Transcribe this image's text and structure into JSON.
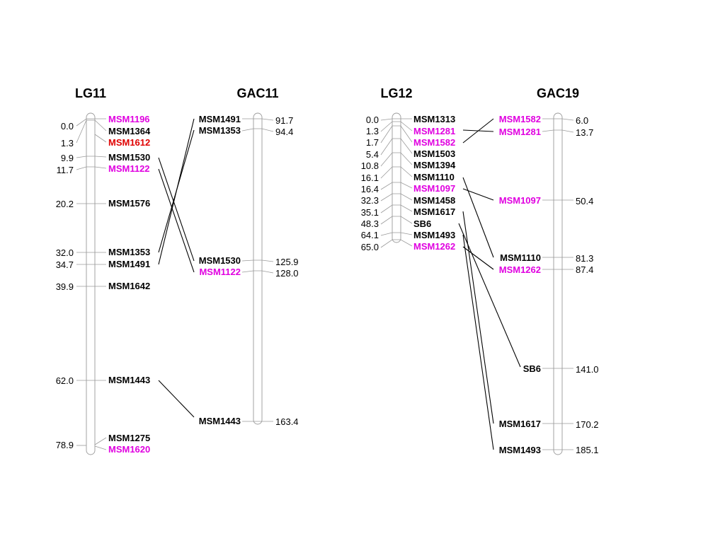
{
  "colors": {
    "black": "#000000",
    "magenta": "#e000e0",
    "red": "#e00000"
  },
  "lg11": {
    "title": "LG11",
    "positions": [
      "0.0",
      "1.3",
      "9.9",
      "11.7",
      "20.2",
      "32.0",
      "34.7",
      "39.9",
      "62.0",
      "78.9"
    ],
    "markers": [
      {
        "name": "MSM1196",
        "color": "magenta"
      },
      {
        "name": "MSM1364",
        "color": "black"
      },
      {
        "name": "MSM1612",
        "color": "red"
      },
      {
        "name": "MSM1530",
        "color": "black"
      },
      {
        "name": "MSM1122",
        "color": "magenta"
      },
      {
        "name": "MSM1576",
        "color": "black"
      },
      {
        "name": "MSM1353",
        "color": "black"
      },
      {
        "name": "MSM1491",
        "color": "black"
      },
      {
        "name": "MSM1642",
        "color": "black"
      },
      {
        "name": "MSM1443",
        "color": "black"
      },
      {
        "name": "MSM1275",
        "color": "black"
      },
      {
        "name": "MSM1620",
        "color": "magenta"
      }
    ]
  },
  "gac11": {
    "title": "GAC11",
    "positions": [
      "91.7",
      "94.4",
      "125.9",
      "128.0",
      "163.4"
    ],
    "markers": [
      {
        "name": "MSM1491",
        "color": "black"
      },
      {
        "name": "MSM1353",
        "color": "black"
      },
      {
        "name": "MSM1530",
        "color": "black"
      },
      {
        "name": "MSM1122",
        "color": "magenta"
      },
      {
        "name": "MSM1443",
        "color": "black"
      }
    ]
  },
  "lg12": {
    "title": "LG12",
    "positions": [
      "0.0",
      "1.3",
      "1.7",
      "5.4",
      "10.8",
      "16.1",
      "16.4",
      "32.3",
      "35.1",
      "48.3",
      "64.1",
      "65.0"
    ],
    "markers": [
      {
        "name": "MSM1313",
        "color": "black"
      },
      {
        "name": "MSM1281",
        "color": "magenta"
      },
      {
        "name": "MSM1582",
        "color": "magenta"
      },
      {
        "name": "MSM1503",
        "color": "black"
      },
      {
        "name": "MSM1394",
        "color": "black"
      },
      {
        "name": "MSM1110",
        "color": "black"
      },
      {
        "name": "MSM1097",
        "color": "magenta"
      },
      {
        "name": "MSM1458",
        "color": "black"
      },
      {
        "name": "MSM1617",
        "color": "black"
      },
      {
        "name": "SB6",
        "color": "black"
      },
      {
        "name": "MSM1493",
        "color": "black"
      },
      {
        "name": "MSM1262",
        "color": "magenta"
      }
    ]
  },
  "gac19": {
    "title": "GAC19",
    "positions": [
      "6.0",
      "13.7",
      "50.4",
      "81.3",
      "87.4",
      "141.0",
      "170.2",
      "185.1"
    ],
    "markers": [
      {
        "name": "MSM1582",
        "color": "magenta"
      },
      {
        "name": "MSM1281",
        "color": "magenta"
      },
      {
        "name": "MSM1097",
        "color": "magenta"
      },
      {
        "name": "MSM1110",
        "color": "black"
      },
      {
        "name": "MSM1262",
        "color": "magenta"
      },
      {
        "name": "SB6",
        "color": "black"
      },
      {
        "name": "MSM1617",
        "color": "black"
      },
      {
        "name": "MSM1493",
        "color": "black"
      }
    ]
  }
}
